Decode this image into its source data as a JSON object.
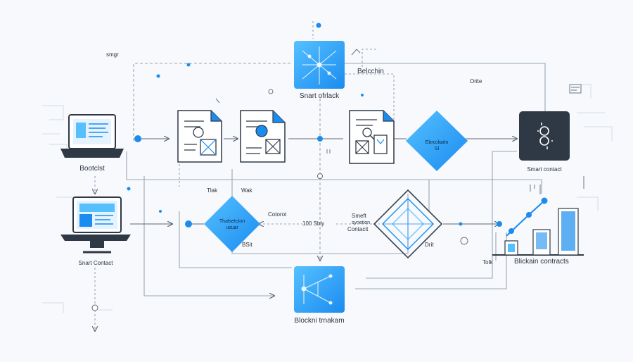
{
  "colors": {
    "accent": "#1a8cf0",
    "accent_light": "#56c0ff",
    "line": "#9aa6b4",
    "dark": "#2f3946",
    "background": "#f7f9fc"
  },
  "labels": {
    "smgr": "smgr",
    "top_block": "Snart ofrlack",
    "blockchain_top": "Belcchin",
    "orite": "Orite",
    "bootcist": "Bootclst",
    "diamond1_line1": "Ebrcckaitn",
    "diamond1_line2": "Sl",
    "smart_contact": "Smart contact",
    "tlak": "Tlak",
    "wak": "Wak",
    "diamond2_line1": "Thalsetcton",
    "diamond2_line2": "usuar",
    "bsit": "BSit",
    "cotorot": "Cotorot",
    "hundred_sbly": "100 Sbly",
    "smeft": "Smeft",
    "synetion": "synetion",
    "contacit": "Contacit",
    "drit": "Drit",
    "snart_contact": "Snart Contact",
    "tolk": "Tolk",
    "blickain_contracts": "Blickain contracts",
    "bottom_block": "Blockni trnakam"
  }
}
